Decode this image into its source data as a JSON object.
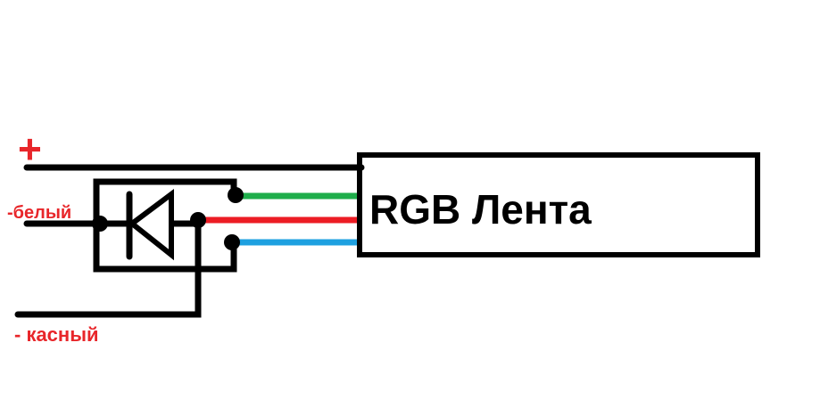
{
  "labels": {
    "plus": "+",
    "white": "-белый",
    "red": "- касный",
    "strip": "RGB Лента"
  },
  "colors": {
    "wire": "#000000",
    "label_red": "#e8262a",
    "green": "#1fae4b",
    "red": "#ec1c24",
    "blue": "#1ea0e0",
    "background": "#ffffff"
  }
}
